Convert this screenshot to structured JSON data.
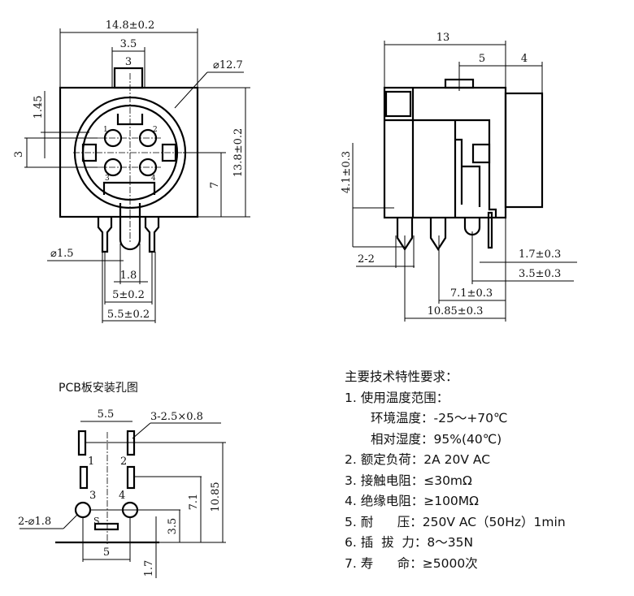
{
  "front_view": {
    "width_dim": "14.8±0.2",
    "tab_outer_dim": "3.5",
    "tab_inner_dim": "3",
    "diameter_dim": "⌀12.7",
    "height_dim": "13.8±0.2",
    "center_height_dim": "7",
    "pin_row_dim": "3",
    "key_offset_dim": "1.45",
    "pin_diameter_dim": "⌀1.5",
    "center_pin_dim": "1.8",
    "pin_pitch_dim": "5±0.2",
    "leg_pitch_dim": "5.5±0.2",
    "pin_numbers": [
      "1",
      "2",
      "3",
      "4"
    ]
  },
  "side_view": {
    "depth_dim": "13",
    "bump_dim": "5",
    "front_dim": "4",
    "pin_length_dim": "4.1±0.3",
    "pin_width_dim": "2-2",
    "dim_a": "1.7±0.3",
    "dim_b": "3.5±0.3",
    "dim_c": "7.1±0.3",
    "dim_d": "10.85±0.3"
  },
  "pcb": {
    "title": "PCB板安装孔图",
    "slot_pitch_dim": "5.5",
    "slot_spec": "3-2.5×0.8",
    "hole_spec": "2-⌀1.8",
    "hole_pitch_dim": "5",
    "dim_71": "7.1",
    "dim_1085": "10.85",
    "dim_35": "3.5",
    "dim_17": "1.7",
    "labels": [
      "1",
      "2",
      "3",
      "4",
      "S"
    ]
  },
  "specs": {
    "title": "主要技术特性要求：",
    "lines": [
      "1. 使用温度范围：",
      "环境温度：-25～+70℃",
      "相对湿度：95%(40℃)",
      "2. 额定负荷：2A 20V AC",
      "3. 接触电阻：≤30mΩ",
      "4. 绝缘电阻：≥100MΩ",
      "5. 耐      压：250V AC（50Hz）1min",
      "6. 插  拔  力：8～35N",
      "7. 寿      命：≥5000次"
    ]
  }
}
